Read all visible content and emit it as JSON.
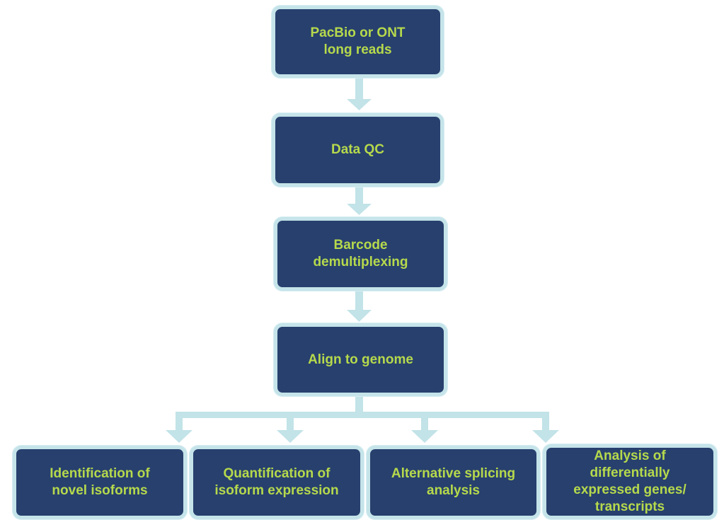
{
  "colors": {
    "box_fill": "#27406e",
    "box_border": "#c5e4ea",
    "text": "#b6d94c",
    "connector": "#c2e3e8"
  },
  "nodes": {
    "pacbio": {
      "label": "PacBio or ONT\nlong reads"
    },
    "qc": {
      "label": "Data QC"
    },
    "demux": {
      "label": "Barcode\ndemultiplexing"
    },
    "align": {
      "label": "Align to genome"
    },
    "novel": {
      "label": "Identification of\nnovel isoforms"
    },
    "quant": {
      "label": "Quantification of\nisoform expression"
    },
    "splicing": {
      "label": "Alternative splicing\nanalysis"
    },
    "diffexp": {
      "label": "Analysis of\ndifferentially\nexpressed genes/\ntranscripts"
    }
  }
}
